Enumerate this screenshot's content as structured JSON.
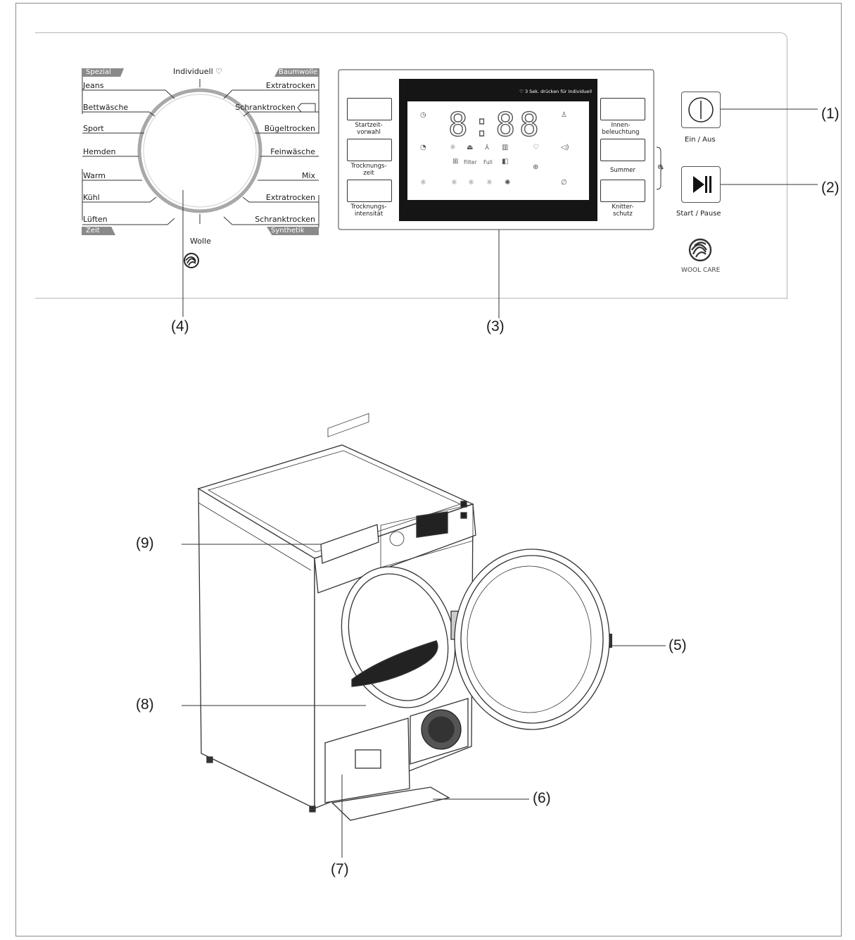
{
  "dial": {
    "top_label": "Individuell ♡",
    "bottom_label": "Wolle",
    "tags": {
      "spezial": "Spezial",
      "zeit": "Zeit",
      "baumwolle": "Baumwolle",
      "synthetik": "Synthetik"
    },
    "left_programs": [
      "Jeans",
      "Bettwäsche",
      "Sport",
      "Hemden",
      "Warm",
      "Kühl",
      "Lüften"
    ],
    "right_programs": [
      "Extratrocken",
      "Schranktrocken",
      "Bügeltrocken",
      "Feinwäsche",
      "Mix",
      "Extratrocken",
      "Schranktrocken"
    ]
  },
  "buttons": {
    "startzeit": "Startzeit-\nvorwahl",
    "trockzeit": "Trocknungs-\nzeit",
    "trockint": "Trocknungs-\nintensität",
    "innen": "Innen-\nbeleuchtung",
    "summer": "Summer",
    "knitter": "Knitter-\nschutz"
  },
  "display": {
    "hint": "♡ 3 Sek. drücken für Individuell",
    "time": "8:88",
    "filter": "Filter",
    "full": "Full"
  },
  "power": {
    "ein_aus": "Ein / Aus",
    "start_pause": "Start / Pause",
    "wool_care": "WOOL CARE"
  },
  "callouts": {
    "c1": "(1)",
    "c2": "(2)",
    "c3": "(3)",
    "c4": "(4)",
    "c5": "(5)",
    "c6": "(6)",
    "c7": "(7)",
    "c8": "(8)",
    "c9": "(9)"
  }
}
